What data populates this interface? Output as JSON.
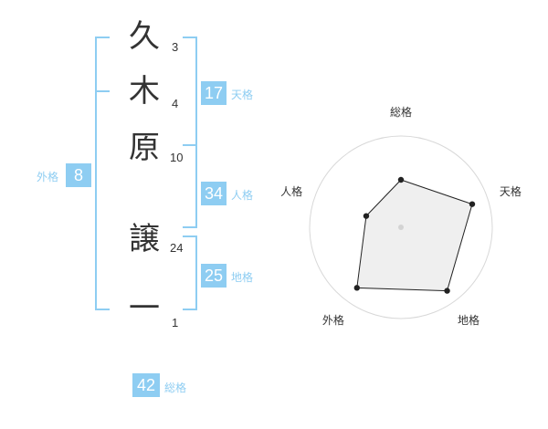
{
  "name_chars": [
    {
      "char": "久",
      "strokes": "3"
    },
    {
      "char": "木",
      "strokes": "4"
    },
    {
      "char": "原",
      "strokes": "10"
    },
    {
      "char": "譲",
      "strokes": "24"
    },
    {
      "char": "一",
      "strokes": "1"
    }
  ],
  "fortunes": {
    "tenkaku": {
      "value": "17",
      "label": "天格"
    },
    "jinkaku": {
      "value": "34",
      "label": "人格"
    },
    "chikaku": {
      "value": "25",
      "label": "地格"
    },
    "gaikaku": {
      "value": "8",
      "label": "外格"
    },
    "soukaku": {
      "value": "42",
      "label": "総格"
    }
  },
  "colors": {
    "accent": "#8ecdf2",
    "text": "#333333"
  },
  "chart_data": {
    "type": "radar",
    "axes": [
      "総格",
      "天格",
      "地格",
      "外格",
      "人格"
    ],
    "values": [
      2.6,
      4.1,
      4.3,
      4.1,
      2.0
    ],
    "max": 5,
    "rings": 4,
    "grid": true
  }
}
